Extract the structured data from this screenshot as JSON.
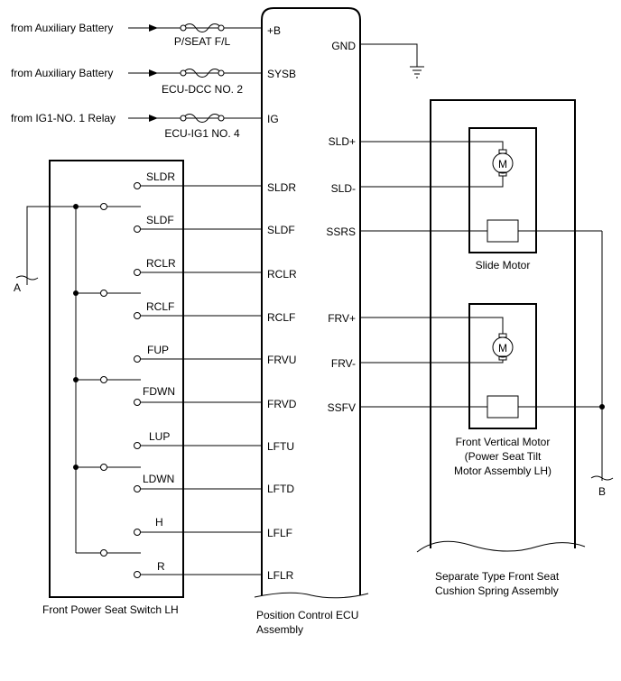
{
  "supplies": [
    {
      "source": "from Auxiliary Battery",
      "fuse": "P/SEAT F/L",
      "terminal": "+B"
    },
    {
      "source": "from Auxiliary Battery",
      "fuse": "ECU-DCC NO. 2",
      "terminal": "SYSB"
    },
    {
      "source": "from IG1-NO. 1 Relay",
      "fuse": "ECU-IG1 NO. 4",
      "terminal": "IG"
    }
  ],
  "ecu": {
    "gnd": "GND",
    "label_line1": "Position Control ECU",
    "label_line2": "Assembly",
    "left_terminals": [
      "SLDR",
      "SLDF",
      "RCLR",
      "RCLF",
      "FRVU",
      "FRVD",
      "LFTU",
      "LFTD",
      "LFLF",
      "LFLR"
    ],
    "right_terminals": [
      "SLD+",
      "SLD-",
      "SSRS",
      "FRV+",
      "FRV-",
      "SSFV"
    ]
  },
  "switch": {
    "label": "Front Power Seat Switch LH",
    "contacts": [
      "SLDR",
      "SLDF",
      "RCLR",
      "RCLF",
      "FUP",
      "FDWN",
      "LUP",
      "LDWN",
      "H",
      "R"
    ],
    "connector": "A"
  },
  "cushion": {
    "label_line1": "Separate Type Front Seat",
    "label_line2": "Cushion Spring Assembly",
    "connector": "B",
    "motor_symbol": "M",
    "slide_motor": "Slide Motor",
    "vertical_motor_line1": "Front Vertical Motor",
    "vertical_motor_line2": "(Power Seat Tilt",
    "vertical_motor_line3": "Motor Assembly LH)"
  }
}
